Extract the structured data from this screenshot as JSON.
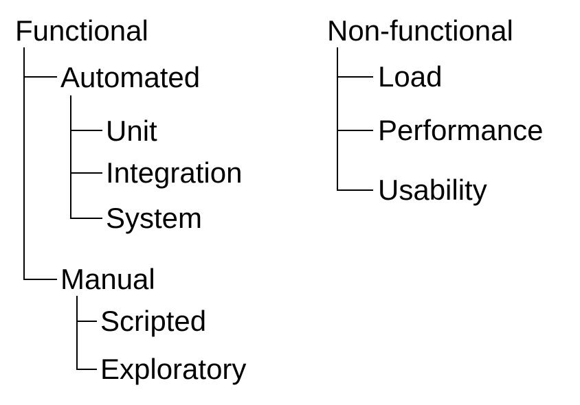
{
  "functional": {
    "title": "Functional",
    "automated": {
      "title": "Automated",
      "children": [
        "Unit",
        "Integration",
        "System"
      ]
    },
    "manual": {
      "title": "Manual",
      "children": [
        "Scripted",
        "Exploratory"
      ]
    }
  },
  "non_functional": {
    "title": "Non-functional",
    "children": [
      "Load",
      "Performance",
      "Usability"
    ]
  }
}
